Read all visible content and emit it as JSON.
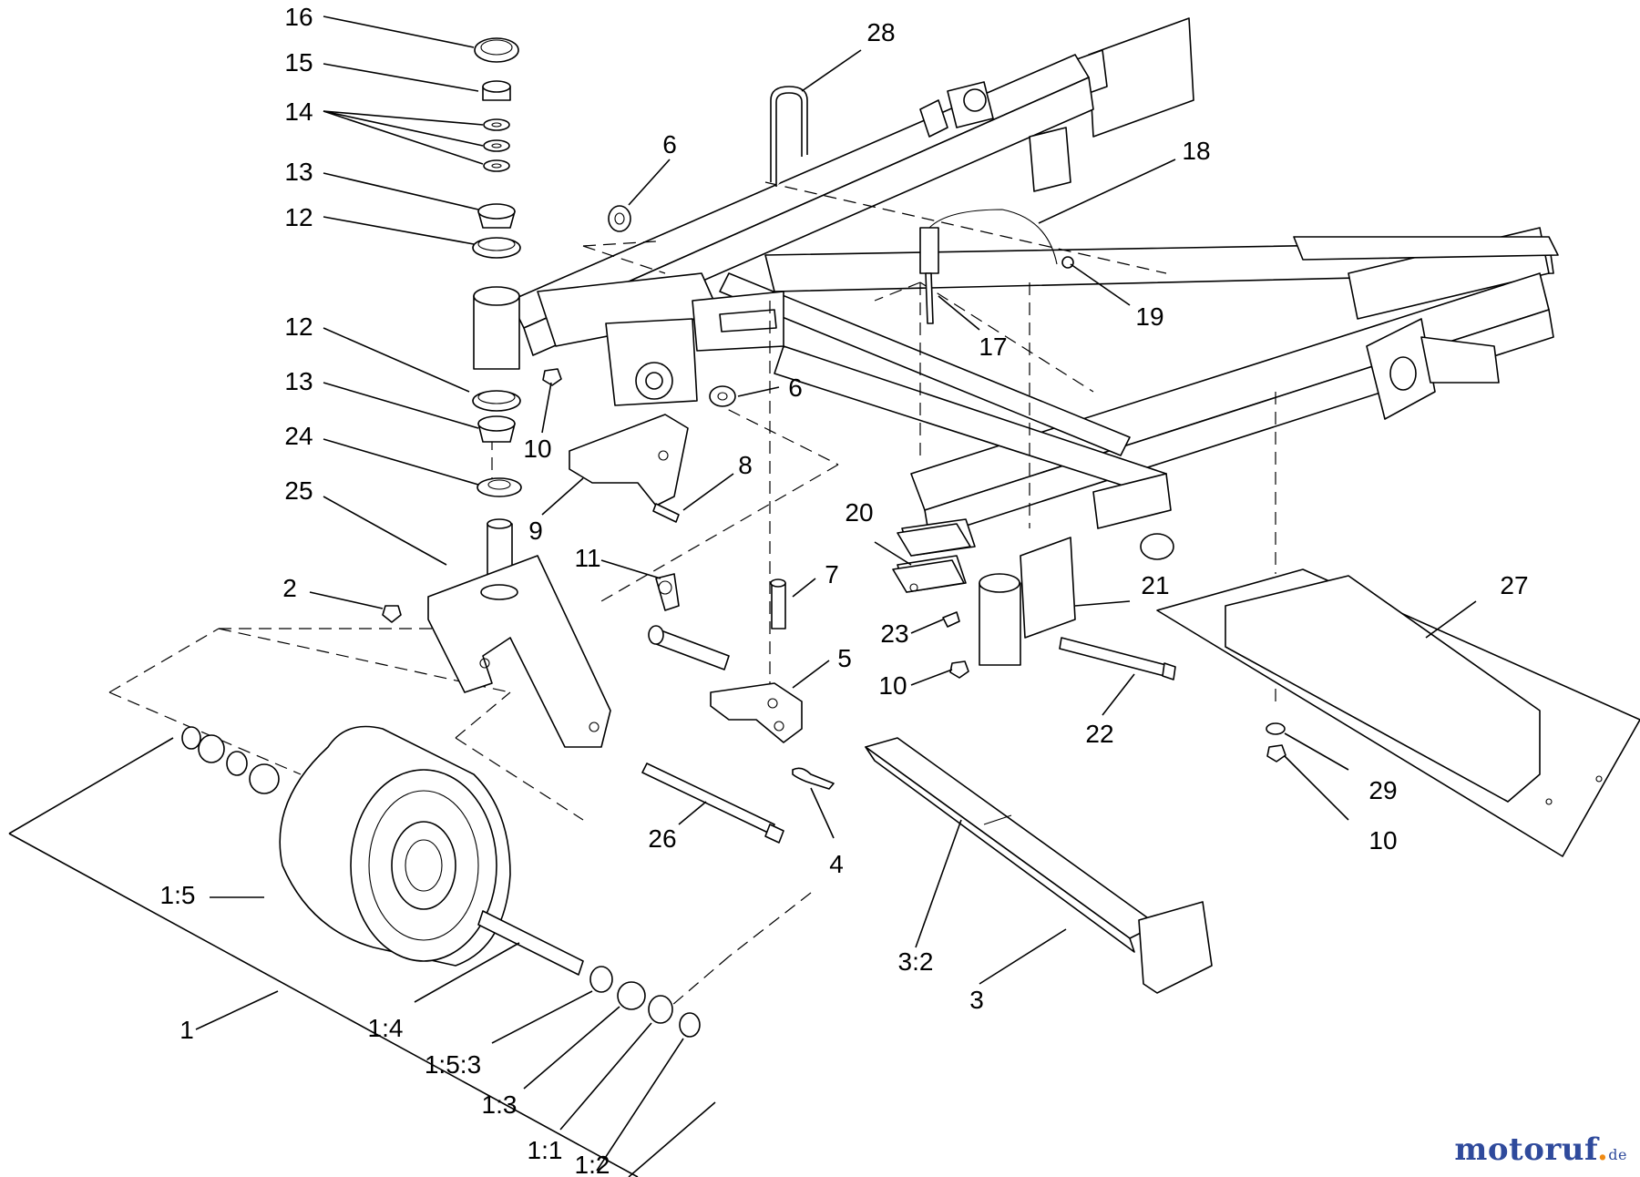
{
  "diagram": {
    "callouts": {
      "c1": "1",
      "c1_1": "1:1",
      "c1_2": "1:2",
      "c1_3": "1:3",
      "c1_4": "1:4",
      "c1_5": "1:5",
      "c1_5_3": "1:5:3",
      "c2": "2",
      "c3": "3",
      "c3_2": "3:2",
      "c4": "4",
      "c5": "5",
      "c6a": "6",
      "c6b": "6",
      "c7": "7",
      "c8": "8",
      "c9": "9",
      "c10a": "10",
      "c10b": "10",
      "c10c": "10",
      "c11": "11",
      "c12a": "12",
      "c12b": "12",
      "c13a": "13",
      "c13b": "13",
      "c14": "14",
      "c15": "15",
      "c16": "16",
      "c17": "17",
      "c18": "18",
      "c19": "19",
      "c20": "20",
      "c21": "21",
      "c22": "22",
      "c23": "23",
      "c24": "24",
      "c25": "25",
      "c26": "26",
      "c27": "27",
      "c28": "28",
      "c29": "29"
    }
  },
  "watermark": {
    "brand": "motoruf",
    "dot": ".",
    "tld": "de"
  }
}
